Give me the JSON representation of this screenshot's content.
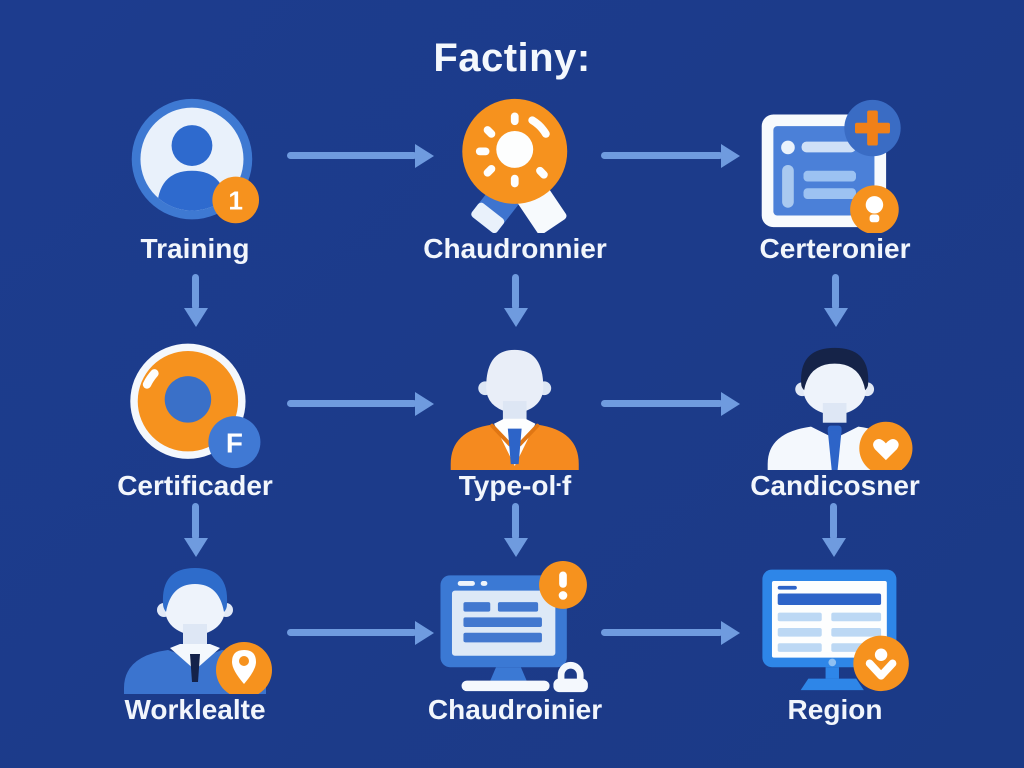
{
  "title": "Factiny:",
  "colors": {
    "background": "#1c3b8a",
    "orange": "#f6921e",
    "orange_dark": "#f08018",
    "arrow_blue": "#6f9bdf",
    "medium_blue": "#3b74d1",
    "bright_blue": "#2e86e8",
    "pale_blue": "#e9f1fb",
    "dark_navy": "#16254d",
    "text": "#f2f6fc"
  },
  "grid": {
    "rows": 3,
    "cols": 3
  },
  "nodes": [
    {
      "label": "Training",
      "icon": "user-avatar-icon",
      "badge": "1"
    },
    {
      "label": "Chaudronnier",
      "icon": "medal-ribbon-icon",
      "badge": ""
    },
    {
      "label": "Certeronier",
      "icon": "document-add-icon",
      "badge": "+"
    },
    {
      "label": "Certificader",
      "icon": "donut-badge-icon",
      "badge": "F"
    },
    {
      "label": "Type-oŀf",
      "icon": "person-suit-icon",
      "badge": ""
    },
    {
      "label": "Candicosner",
      "icon": "person-approved-icon",
      "badge": ""
    },
    {
      "label": "Worklealte",
      "icon": "person-location-icon",
      "badge": ""
    },
    {
      "label": "Chaudroinier",
      "icon": "monitor-lock-icon",
      "badge": ""
    },
    {
      "label": "Region",
      "icon": "monitor-download-icon",
      "badge": ""
    }
  ]
}
